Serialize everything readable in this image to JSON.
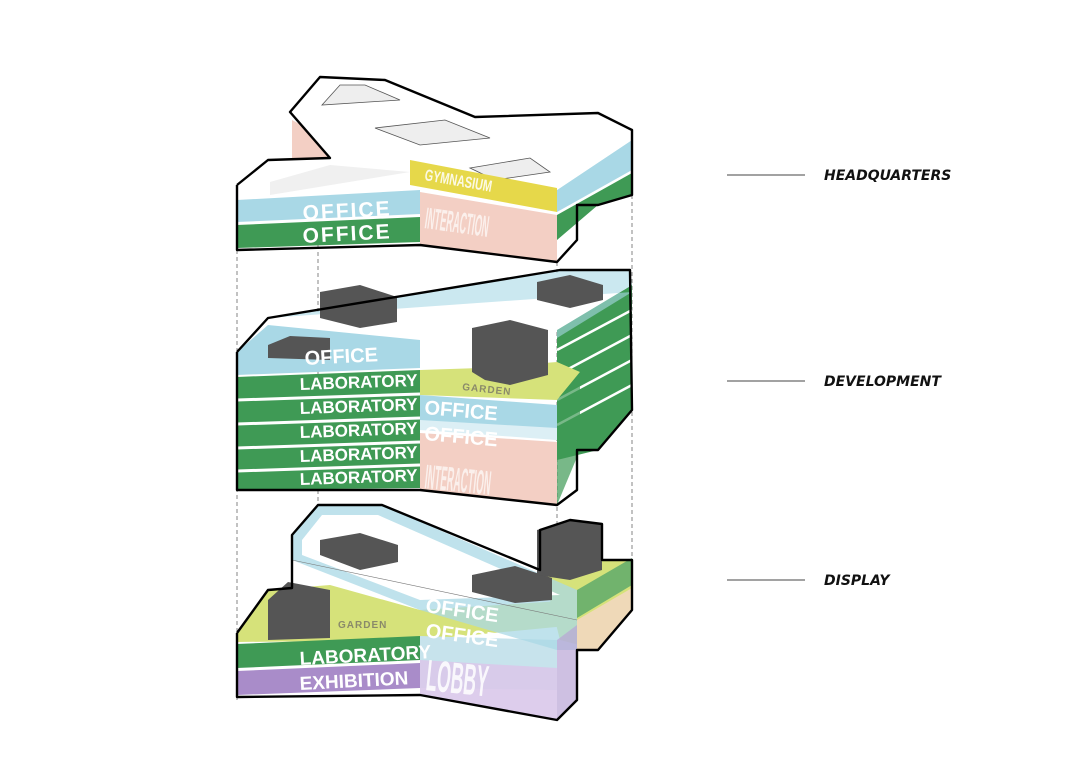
{
  "diagram": {
    "levels": [
      {
        "name": "HEADQUARTERS",
        "labels": {
          "office_1": "OFFICE",
          "office_2": "OFFICE",
          "gymnasium": "GYMNASIUM",
          "interaction": "INTERACTION"
        }
      },
      {
        "name": "DEVELOPMENT",
        "labels": {
          "office_top": "OFFICE",
          "lab_1": "LABORATORY",
          "lab_2": "LABORATORY",
          "lab_3": "LABORATORY",
          "lab_4": "LABORATORY",
          "lab_5": "LABORATORY",
          "office_r1": "OFFICE",
          "office_r2": "OFFICE",
          "interaction": "INTERACTION",
          "garden": "GARDEN"
        }
      },
      {
        "name": "DISPLAY",
        "labels": {
          "office_1": "OFFICE",
          "office_2": "OFFICE",
          "laboratory": "LABORATORY",
          "exhibition": "EXHIBITION",
          "lobby": "LOBBY",
          "garden": "GARDEN"
        }
      }
    ],
    "colors": {
      "office": "#a9d8e6",
      "laboratory": "#3f9a55",
      "gymnasium": "#e6d84a",
      "interaction": "#f3cfc4",
      "garden": "#d6e27a",
      "exhibition": "#a98cc9",
      "lobby": "#d9c8ea",
      "roof_box": "#555555"
    }
  }
}
